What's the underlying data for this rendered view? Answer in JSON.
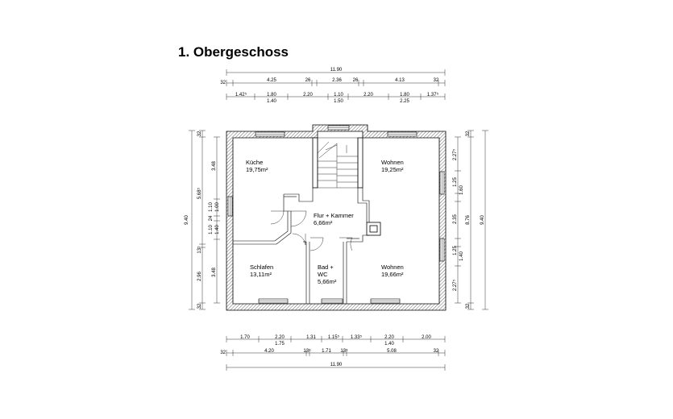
{
  "title": "1. Obergeschoss",
  "rooms": {
    "kueche": {
      "name": "Küche",
      "area": "19,75m²"
    },
    "wohnen_top": {
      "name": "Wohnen",
      "area": "19,25m²"
    },
    "flur": {
      "name": "Flur + Kammer",
      "area": "6,66m²"
    },
    "schlafen": {
      "name": "Schlafen",
      "area": "13,11m²"
    },
    "bad": {
      "name_line1": "Bad +",
      "name_line2": "WC",
      "area": "5,66m²"
    },
    "wohnen_bottom": {
      "name": "Wohnen",
      "area": "19,66m²"
    }
  },
  "dims": {
    "top_total": "11.90",
    "top_row2": [
      "32",
      "4.25",
      "26",
      "2.36",
      "26",
      "4.13",
      "32"
    ],
    "top_row3_upper": [
      "1.42⁵",
      "1.80",
      "2.20",
      "1.10",
      "2.20",
      "1.80",
      "1.37⁵"
    ],
    "top_row3_lower": [
      "1.40",
      "1.50",
      "2.25"
    ],
    "bottom_row1_upper": [
      "1.70",
      "2.20",
      "1.31",
      "1.15⁵",
      "1.33⁵",
      "2.20",
      "2.00"
    ],
    "bottom_row1_lower": [
      "1.75",
      "1.40"
    ],
    "bottom_row2": [
      "32",
      "4.20",
      "13⁵",
      "1.71",
      "13⁵",
      "5.08",
      "32"
    ],
    "bottom_total": "11.90",
    "left_total": "9.40",
    "left_outer": [
      "32",
      "5.68⁵",
      "13⁵",
      "2.96",
      "32"
    ],
    "left_inner": [
      "3.48",
      "1.10",
      "24",
      "1.10",
      "3.48"
    ],
    "left_inner_small": [
      "1.00",
      "1.40"
    ],
    "right_total": "9.40",
    "right_outer": [
      "32",
      "8.76",
      "32"
    ],
    "right_inner": [
      "2.27⁵",
      "1.25",
      "1.60",
      "2.35",
      "1.25",
      "1.40",
      "2.27⁵"
    ]
  }
}
